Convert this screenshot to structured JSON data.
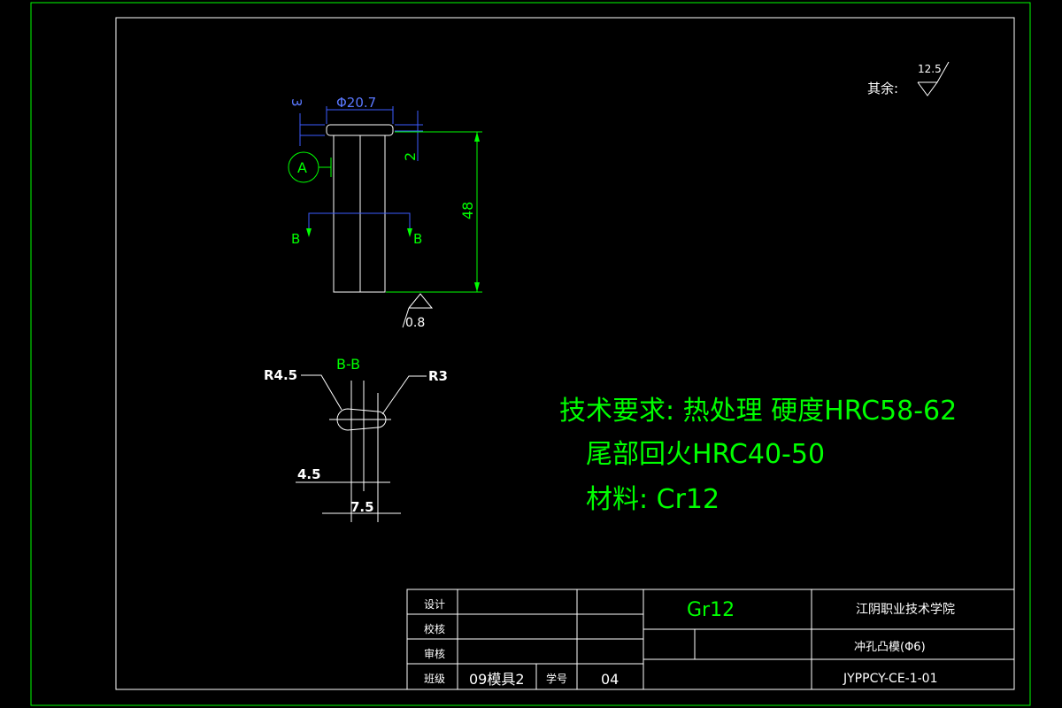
{
  "surface_note": {
    "label": "其余:",
    "roughness": "12.5"
  },
  "part": {
    "dim_diameter": "Φ20.7",
    "dim_head": "3",
    "dim_step": "2",
    "dim_length": "48",
    "datum": "A",
    "section_letter": "B",
    "roughness_bottom": "0.8"
  },
  "section": {
    "title": "B-B",
    "r_left": "R4.5",
    "r_right": "R3",
    "dim_small": "4.5",
    "dim_large": "7.5"
  },
  "requirements": {
    "line1": "技术要求: 热处理   硬度HRC58-62",
    "line2": "尾部回火HRC40-50",
    "line3": "材料: Cr12"
  },
  "title_block": {
    "design": "设计",
    "check": "校核",
    "review": "审核",
    "class_label": "班级",
    "class_value": "09模具2",
    "id_label": "学号",
    "id_value": "04",
    "material": "Gr12",
    "school": "江阴职业技术学院",
    "part_name": "冲孔凸模(Φ6)",
    "drawing_no": "JYPPCY-CE-1-01"
  }
}
